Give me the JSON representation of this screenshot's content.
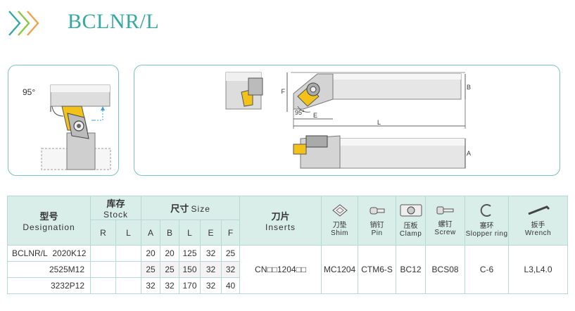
{
  "header": {
    "title": "BCLNR/L"
  },
  "colors": {
    "accent": "#35a9a1",
    "chevron_orange": "#f0a24a",
    "border": "#7cc3bd",
    "header_bg": "#d9ede9",
    "insert_yellow": "#f2c21b"
  },
  "diagram": {
    "angle_label_left": "95°",
    "angle_label_right": "95°",
    "dims": {
      "f": "F",
      "b": "B",
      "e": "E",
      "l": "L",
      "a": "A"
    }
  },
  "table": {
    "headers": {
      "designation_zh": "型号",
      "designation_en": "Designation",
      "stock_zh": "库存",
      "stock_en": "Stock",
      "size_zh": "尺寸",
      "size_en": "Size",
      "inserts_zh": "刀片",
      "inserts_en": "Inserts",
      "shim_zh": "刀垫",
      "shim_en": "Shim",
      "pin_zh": "销钉",
      "pin_en": "Pin",
      "clamp_zh": "压板",
      "clamp_en": "Clamp",
      "screw_zh": "螺钉",
      "screw_en": "Screw",
      "ring_zh": "塞环",
      "ring_en": "Slopper ring",
      "wrench_zh": "扳手",
      "wrench_en": "Wrench",
      "r": "R",
      "l": "L",
      "a": "A",
      "b": "B",
      "l2": "L",
      "e": "E",
      "f": "F"
    },
    "series_label": "BCLNR/L",
    "rows": [
      {
        "code": "2020K12",
        "r": "",
        "l": "",
        "a": "20",
        "b": "20",
        "len": "125",
        "e": "32",
        "f": "25"
      },
      {
        "code": "2525M12",
        "r": "",
        "l": "",
        "a": "25",
        "b": "25",
        "len": "150",
        "e": "32",
        "f": "32"
      },
      {
        "code": "3232P12",
        "r": "",
        "l": "",
        "a": "32",
        "b": "32",
        "len": "170",
        "e": "32",
        "f": "40"
      }
    ],
    "inserts": "CN□□1204□□",
    "shim": "MC1204",
    "pin": "CTM6-S",
    "clamp": "BC12",
    "screw": "BCS08",
    "ring": "C-6",
    "wrench": "L3,L4.0"
  }
}
